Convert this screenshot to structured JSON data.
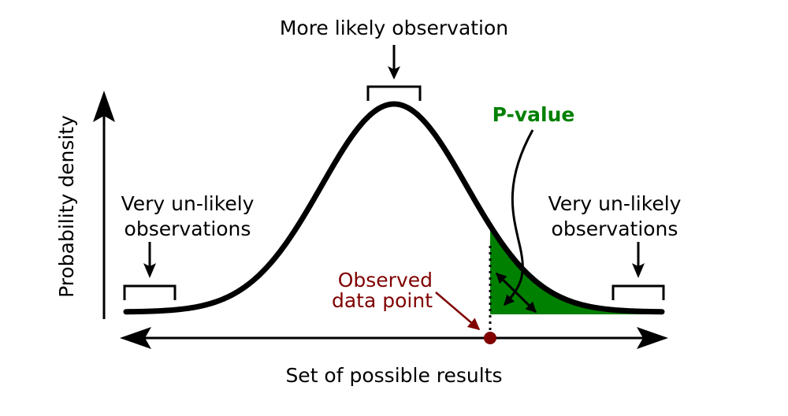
{
  "labels": {
    "more_likely": "More likely observation",
    "p_value": "P-value",
    "y_axis": "Probability density",
    "x_axis": "Set of possible results",
    "unlikely_left_line1": "Very un-likely",
    "unlikely_left_line2": "observations",
    "unlikely_right_line1": "Very un-likely",
    "unlikely_right_line2": "observations",
    "observed_line1": "Observed",
    "observed_line2": "data point"
  },
  "colors": {
    "curve": "#000000",
    "p_value_area": "#008000",
    "observed_point": "#800000",
    "text": "#000000"
  }
}
